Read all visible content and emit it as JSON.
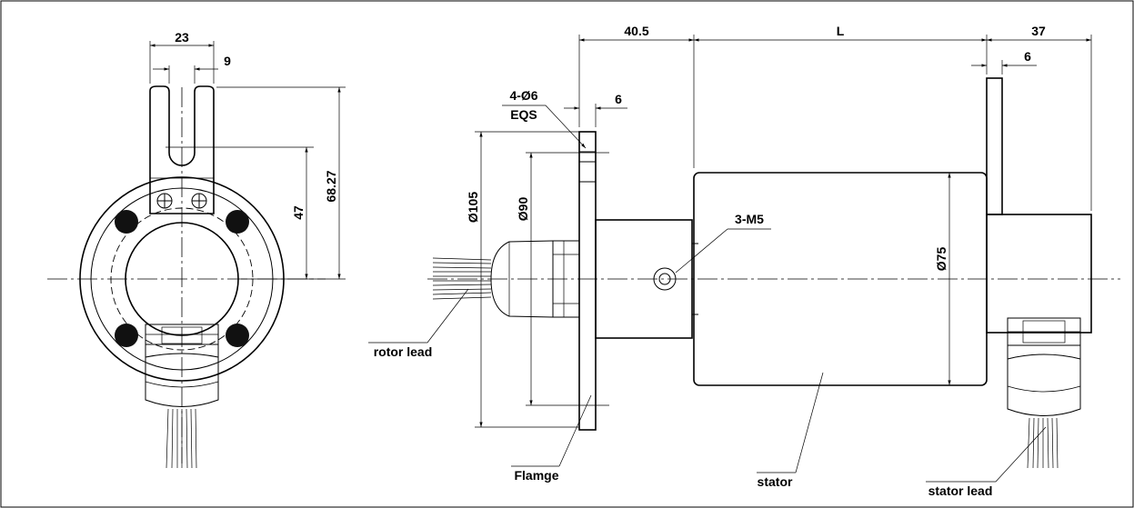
{
  "front_view": {
    "dim_slot_width": "23",
    "dim_slot_gap": "9",
    "dim_height_47": "47",
    "dim_height_6827": "68.27"
  },
  "side_view": {
    "dim_flange_to_body": "40.5",
    "dim_body_length": "L",
    "dim_tab_offset": "37",
    "dim_tab_thickness": "6",
    "dim_flange_thickness": "6",
    "holes_label": "4-Ø6",
    "holes_eqs": "EQS",
    "dia_flange": "Ø105",
    "dia_pcd": "Ø90",
    "dia_body": "Ø75",
    "thread_label": "3-M5"
  },
  "labels": {
    "rotor_lead": "rotor lead",
    "flange": "Flamge",
    "stator": "stator",
    "stator_lead": "stator lead"
  }
}
